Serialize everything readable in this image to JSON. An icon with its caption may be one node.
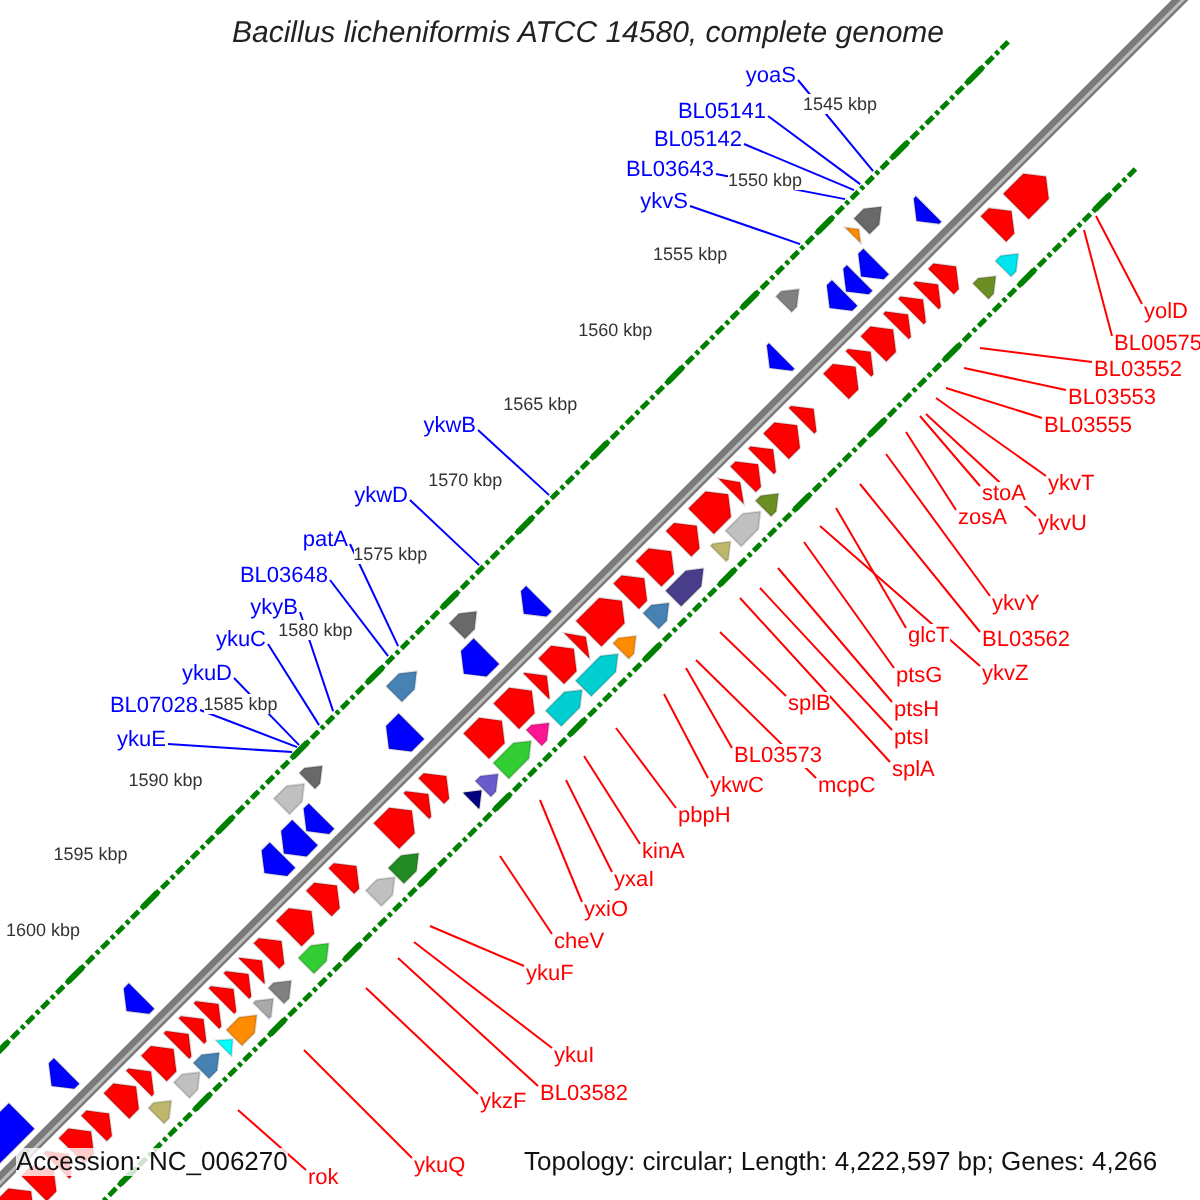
{
  "diagram": {
    "title": "Bacillus licheniformis ATCC 14580, complete genome",
    "nodes": [
      {
        "text": [
          "yoaS"
        ]
      },
      {
        "text": [
          "BL05141"
        ]
      },
      {
        "text": [
          "BL05142"
        ]
      },
      {
        "text": [
          "BL03643"
        ]
      },
      {
        "text": [
          "ykvS"
        ]
      },
      {
        "text": [
          "ykwB"
        ]
      },
      {
        "text": [
          "ykwD"
        ]
      },
      {
        "text": [
          "patA"
        ]
      },
      {
        "text": [
          "BL03648"
        ]
      },
      {
        "text": [
          "ykyB"
        ]
      },
      {
        "text": [
          "ykuC"
        ]
      },
      {
        "text": [
          "ykuD"
        ]
      },
      {
        "text": [
          "BL07028"
        ]
      },
      {
        "text": [
          "ykuE"
        ]
      },
      {
        "text": [
          "yolD"
        ]
      },
      {
        "text": [
          "BL00575"
        ]
      },
      {
        "text": [
          "BL03552"
        ]
      },
      {
        "text": [
          "BL03553"
        ]
      },
      {
        "text": [
          "BL03555"
        ]
      },
      {
        "text": [
          "ykvT"
        ]
      },
      {
        "text": [
          "stoA"
        ]
      },
      {
        "text": [
          "zosA"
        ]
      },
      {
        "text": [
          "ykvU"
        ]
      },
      {
        "text": [
          "ykvY"
        ]
      },
      {
        "text": [
          "glcT"
        ]
      },
      {
        "text": [
          "BL03562"
        ]
      },
      {
        "text": [
          "ykvZ"
        ]
      },
      {
        "text": [
          "ptsG"
        ]
      },
      {
        "text": [
          "splB"
        ]
      },
      {
        "text": [
          "ptsH"
        ]
      },
      {
        "text": [
          "ptsI"
        ]
      },
      {
        "text": [
          "BL03573"
        ]
      },
      {
        "text": [
          "splA"
        ]
      },
      {
        "text": [
          "ykwC"
        ]
      },
      {
        "text": [
          "mcpC"
        ]
      },
      {
        "text": [
          "pbpH"
        ]
      },
      {
        "text": [
          "kinA"
        ]
      },
      {
        "text": [
          "yxaI"
        ]
      },
      {
        "text": [
          "yxiO"
        ]
      },
      {
        "text": [
          "cheV"
        ]
      },
      {
        "text": [
          "ykuF"
        ]
      },
      {
        "text": [
          "ykuI"
        ]
      },
      {
        "text": [
          "BL03582"
        ]
      },
      {
        "text": [
          "ykzF"
        ]
      },
      {
        "text": [
          "ykuQ"
        ]
      },
      {
        "text": [
          "rok"
        ]
      }
    ],
    "edges": [
      {
        "from": 0,
        "to": null,
        "arrow": "none",
        "color": "#0000ff"
      },
      {
        "from": 1,
        "to": null,
        "arrow": "none",
        "color": "#0000ff"
      },
      {
        "from": 2,
        "to": null,
        "arrow": "none",
        "color": "#0000ff"
      },
      {
        "from": 3,
        "to": null,
        "arrow": "none",
        "color": "#0000ff"
      },
      {
        "from": 4,
        "to": null,
        "arrow": "none",
        "color": "#0000ff"
      },
      {
        "from": 5,
        "to": null,
        "arrow": "none",
        "color": "#0000ff"
      },
      {
        "from": 6,
        "to": null,
        "arrow": "none",
        "color": "#0000ff"
      },
      {
        "from": 7,
        "to": null,
        "arrow": "none",
        "color": "#0000ff"
      },
      {
        "from": 8,
        "to": null,
        "arrow": "none",
        "color": "#0000ff"
      },
      {
        "from": 9,
        "to": null,
        "arrow": "none",
        "color": "#0000ff"
      },
      {
        "from": 10,
        "to": null,
        "arrow": "none",
        "color": "#0000ff"
      },
      {
        "from": 11,
        "to": null,
        "arrow": "none",
        "color": "#0000ff"
      },
      {
        "from": 12,
        "to": null,
        "arrow": "none",
        "color": "#0000ff"
      },
      {
        "from": 13,
        "to": null,
        "arrow": "none",
        "color": "#0000ff"
      },
      {
        "from": 14,
        "to": null,
        "arrow": "none"
      },
      {
        "from": 15,
        "to": null,
        "arrow": "none"
      },
      {
        "from": 16,
        "to": null,
        "arrow": "none"
      },
      {
        "from": 17,
        "to": null,
        "arrow": "none"
      },
      {
        "from": 18,
        "to": null,
        "arrow": "none"
      },
      {
        "from": 19,
        "to": null,
        "arrow": "none"
      },
      {
        "from": 20,
        "to": null,
        "arrow": "none"
      },
      {
        "from": 21,
        "to": null,
        "arrow": "none"
      },
      {
        "from": 22,
        "to": null,
        "arrow": "none"
      },
      {
        "from": 23,
        "to": null,
        "arrow": "none"
      },
      {
        "from": 24,
        "to": null,
        "arrow": "none"
      },
      {
        "from": 25,
        "to": null,
        "arrow": "none"
      },
      {
        "from": 26,
        "to": null,
        "arrow": "none"
      },
      {
        "from": 27,
        "to": null,
        "arrow": "none"
      },
      {
        "from": 28,
        "to": null,
        "arrow": "none"
      },
      {
        "from": 29,
        "to": null,
        "arrow": "none"
      },
      {
        "from": 30,
        "to": null,
        "arrow": "none"
      },
      {
        "from": 31,
        "to": null,
        "arrow": "none"
      },
      {
        "from": 32,
        "to": null,
        "arrow": "none"
      },
      {
        "from": 33,
        "to": null,
        "arrow": "none"
      },
      {
        "from": 34,
        "to": null,
        "arrow": "none"
      },
      {
        "from": 35,
        "to": null,
        "arrow": "none"
      },
      {
        "from": 36,
        "to": null,
        "arrow": "none"
      },
      {
        "from": 37,
        "to": null,
        "arrow": "none"
      },
      {
        "from": 38,
        "to": null,
        "arrow": "none"
      },
      {
        "from": 39,
        "to": null,
        "arrow": "none"
      },
      {
        "from": 40,
        "to": null,
        "arrow": "none"
      },
      {
        "from": 41,
        "to": null,
        "arrow": "none"
      },
      {
        "from": 42,
        "to": null,
        "arrow": "none"
      },
      {
        "from": 43,
        "to": null,
        "arrow": "none"
      },
      {
        "from": 44,
        "to": null,
        "arrow": "none"
      },
      {
        "from": 45,
        "to": null,
        "arrow": "none"
      }
    ],
    "labels": [
      "1545 kbp",
      "1550 kbp",
      "1555 kbp",
      "1560 kbp",
      "1565 kbp",
      "1570 kbp",
      "1575 kbp",
      "1580 kbp",
      "1585 kbp",
      "1590 kbp",
      "1595 kbp",
      "1600 kbp",
      "Accession: NC_006270",
      "Topology: circular; Length: 4,222,597 bp; Genes: 4,266"
    ]
  }
}
